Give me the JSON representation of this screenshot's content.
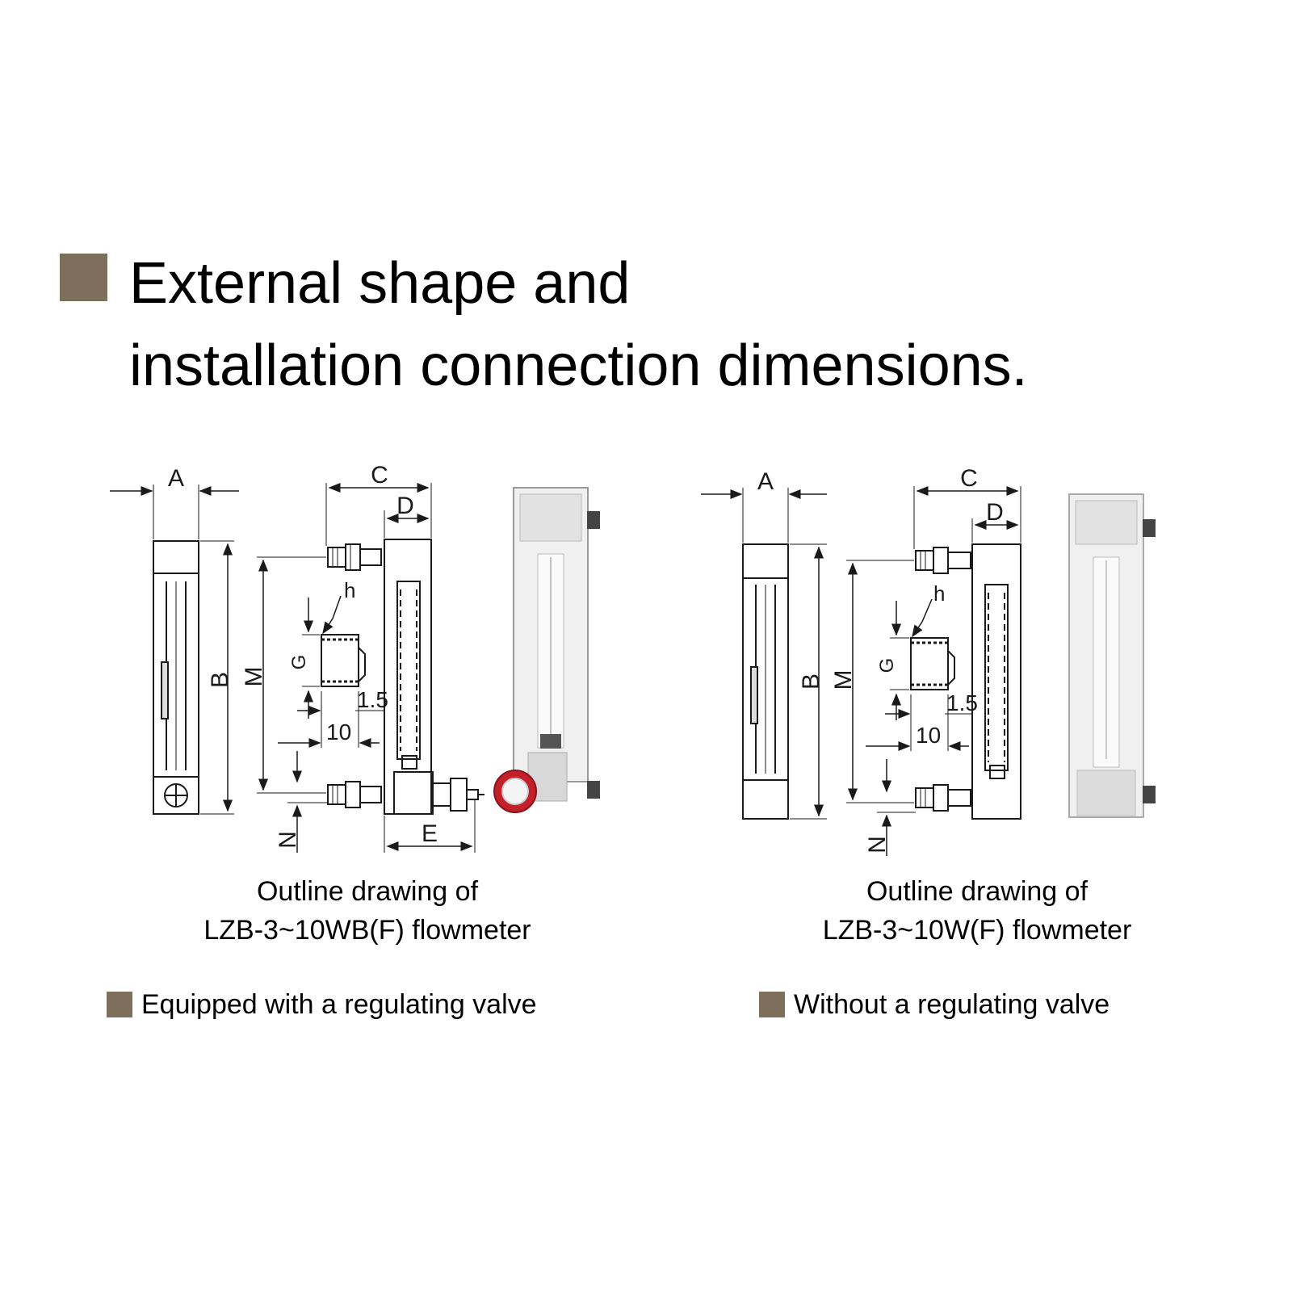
{
  "colors": {
    "accent": "#7e6e5c",
    "line": "#1a1a1a",
    "valve_red": "#c4202a"
  },
  "heading": {
    "line1": "External shape and",
    "line2": "installation connection dimensions."
  },
  "dimension_labels": {
    "A": "A",
    "B": "B",
    "C": "C",
    "D": "D",
    "E": "E",
    "M": "M",
    "N": "N",
    "G": "G",
    "h": "h",
    "d15": "1.5",
    "d10": "10"
  },
  "left": {
    "caption_line1": "Outline drawing of",
    "caption_line2": "LZB-3~10WB(F) flowmeter",
    "note": "Equipped with a regulating valve"
  },
  "right": {
    "caption_line1": "Outline drawing of",
    "caption_line2": "LZB-3~10W(F) flowmeter",
    "note": "Without a regulating valve"
  }
}
